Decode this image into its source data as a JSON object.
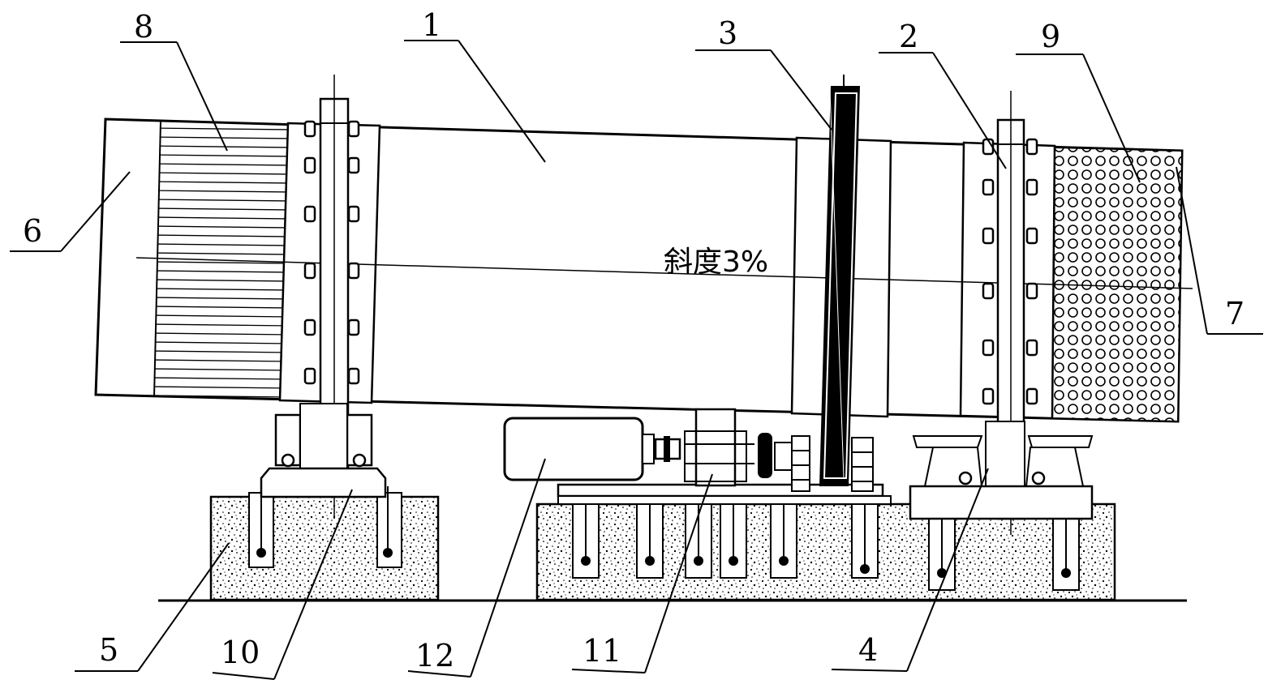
{
  "labels": {
    "l1": "1",
    "l2": "2",
    "l3": "3",
    "l4": "4",
    "l5": "5",
    "l6": "6",
    "l7": "7",
    "l8": "8",
    "l9": "9",
    "l10": "10",
    "l11": "11",
    "l12": "12"
  },
  "slope_text": "斜度3%"
}
